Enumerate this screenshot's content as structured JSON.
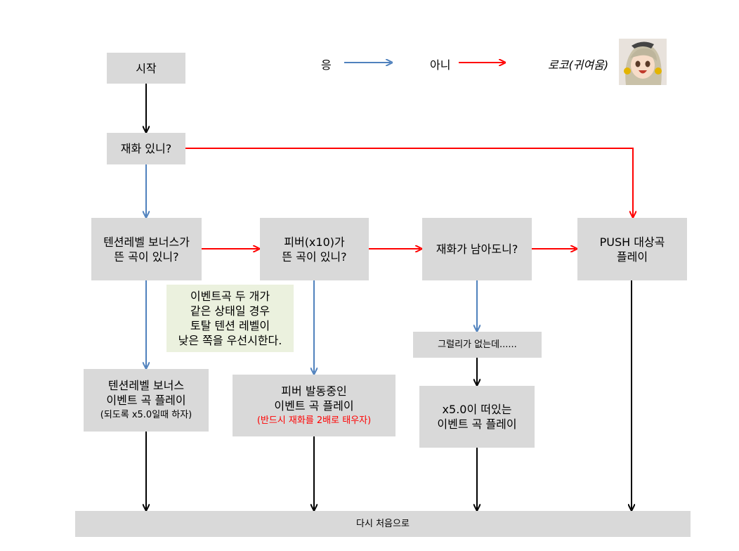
{
  "legend": {
    "yes": "응",
    "no": "아니",
    "roco": "로코(귀여움)",
    "yes_color": "#4f81bd",
    "no_color": "#ff0000"
  },
  "nodes": {
    "start": "시작",
    "has_currency": "재화 있니?",
    "tension_check": [
      "텐션레벨 보너스가",
      "뜬 곡이 있니?"
    ],
    "fever_check": [
      "피버(x10)가",
      "뜬 곡이 있니?"
    ],
    "currency_left": "재화가 남아도니?",
    "push_play": [
      "PUSH 대상곡",
      "플레이"
    ],
    "tie_note": [
      "이벤트곡 두 개가",
      "같은 상태일 경우",
      "토탈 텐션 레벨이",
      "낮은 쪽을 우선시한다."
    ],
    "tension_play": [
      "텐션레벨 보너스",
      "이벤트 곡 플레이"
    ],
    "tension_play_sub": "(되도록 x5.0일때 하자)",
    "fever_play": [
      "피버 발동중인",
      "이벤트 곡 플레이"
    ],
    "fever_play_sub": "(반드시 재화를 2배로 태우자)",
    "but_none": "그럴리가 없는데......",
    "x5_play": [
      "x5.0이 떠있는",
      "이벤트 곡 플레이"
    ],
    "restart": "다시 처음으로"
  }
}
